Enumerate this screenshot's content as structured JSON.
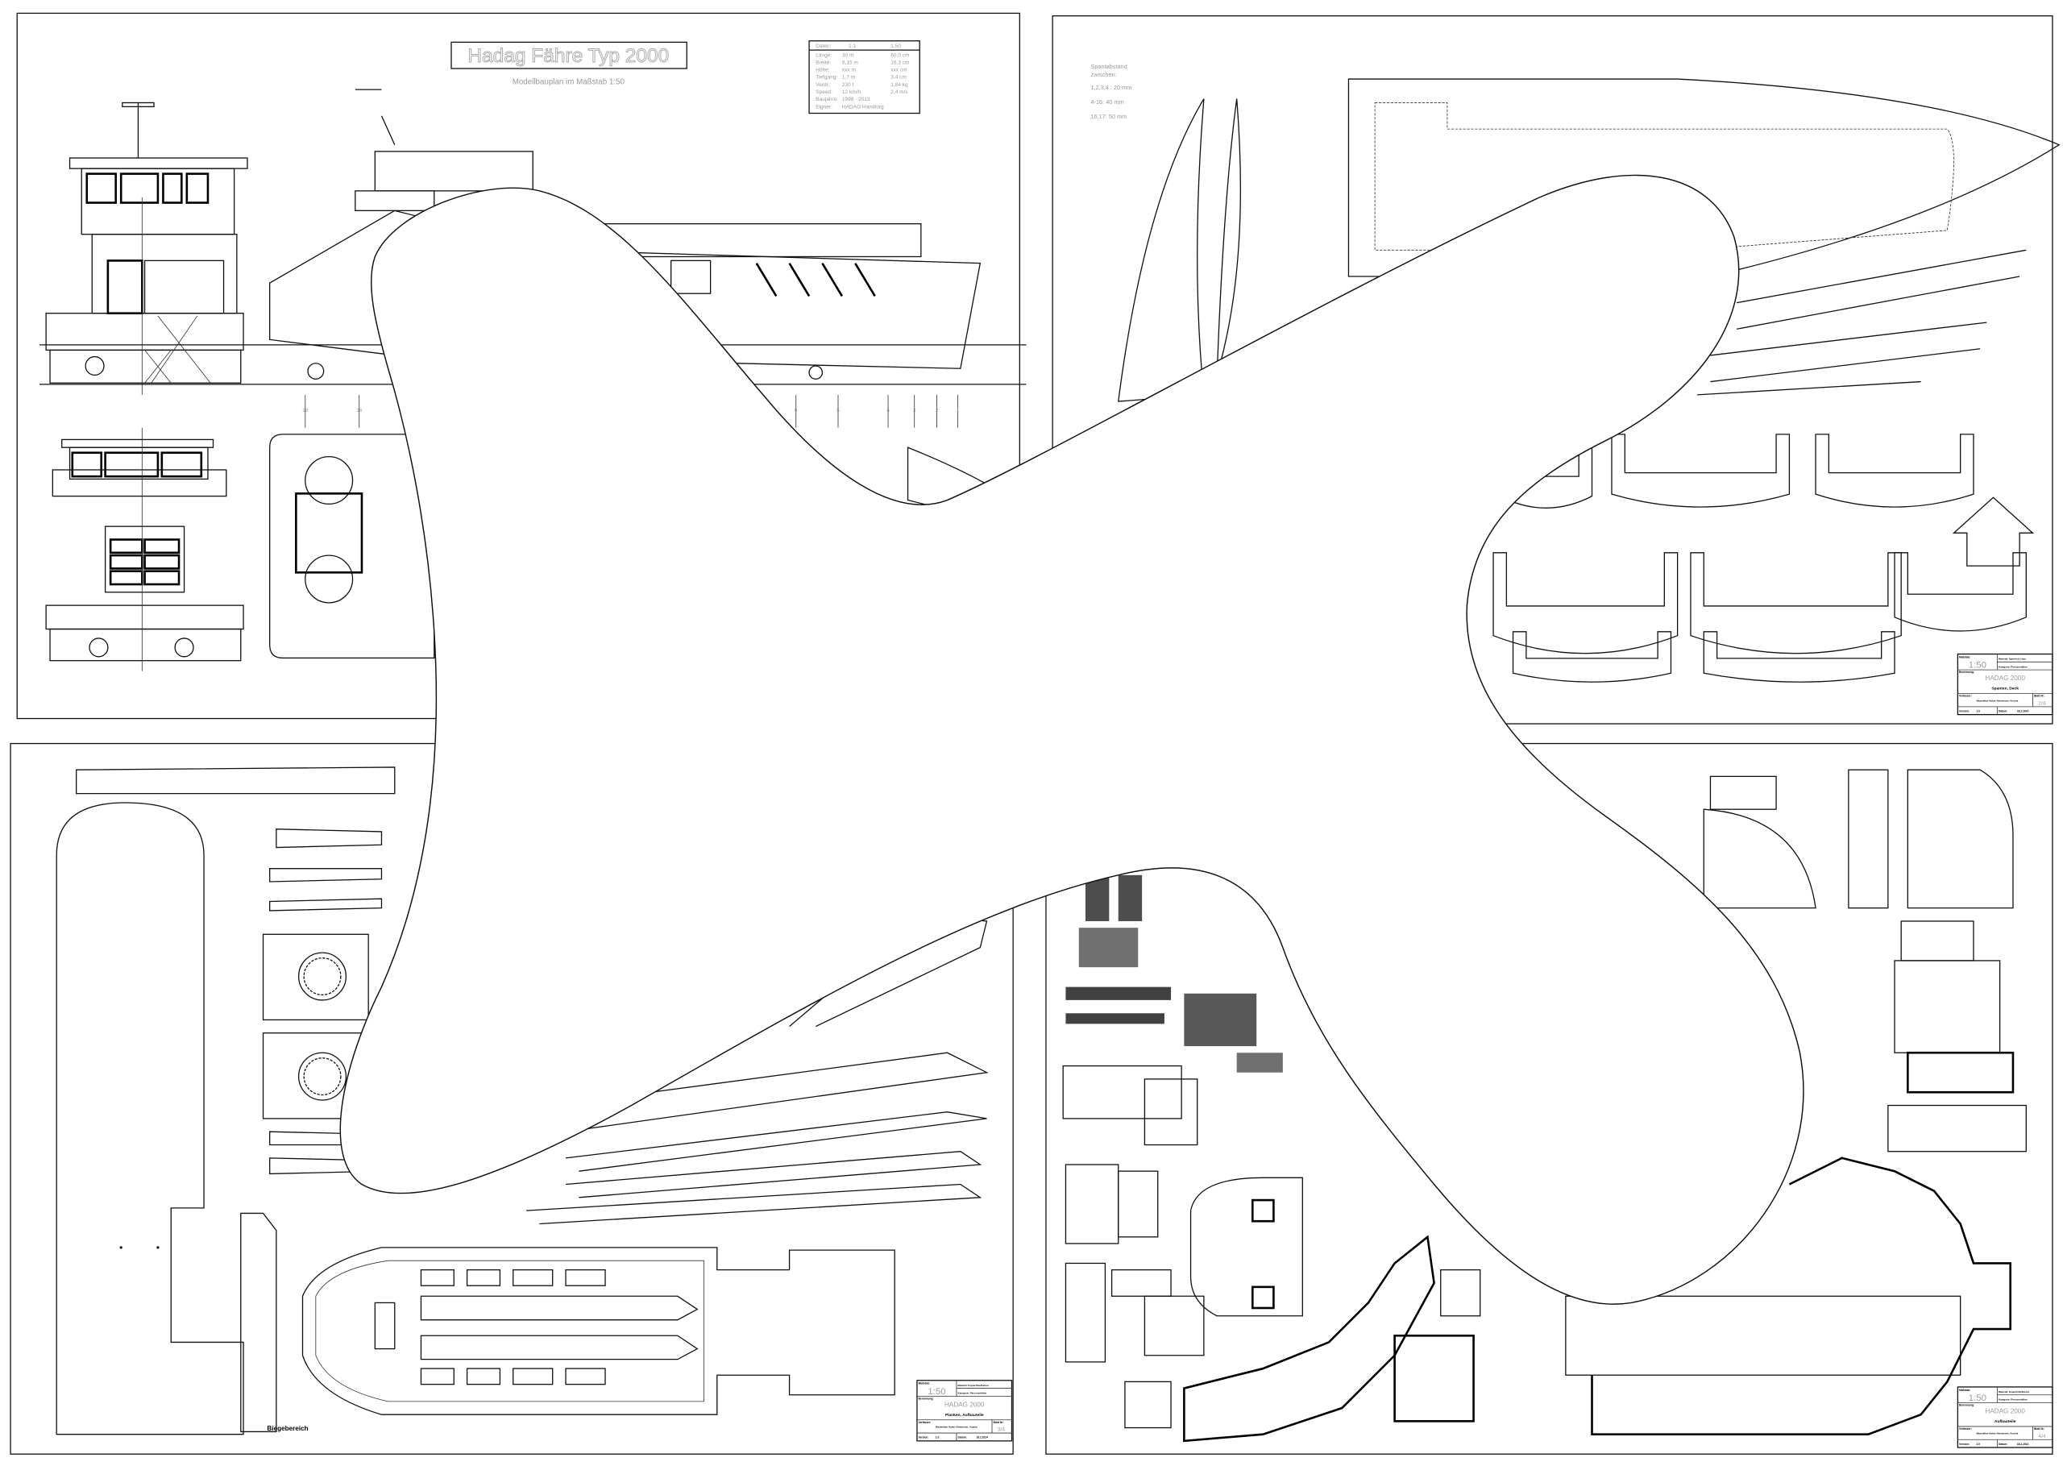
{
  "sheet1": {
    "title": "Hadag Fähre Typ 2000",
    "subtitle": "Modellbauplan im Maßstab 1:50",
    "spec_table": {
      "header": [
        "Daten:",
        "1:1",
        "1:50"
      ],
      "rows": [
        [
          "Länge:",
          "30 m",
          "60,0 cm"
        ],
        [
          "Breite:",
          "8,15 m",
          "16,3 cm"
        ],
        [
          "Höhe:",
          "xxx m",
          "xxx cm"
        ],
        [
          "Tiefgang:",
          "1,7 m",
          "3,4 cm"
        ],
        [
          "Verdr.:",
          "230 t",
          "1,84 kg"
        ],
        [
          "Speed:",
          "12 km/h",
          "2,4 m/s"
        ],
        [
          "Baujahre:",
          "1998 - 2013",
          ""
        ],
        [
          "Eigner:",
          "HADAG Hamburg",
          ""
        ]
      ]
    },
    "stations": [
      "18",
      "16",
      "6",
      "5",
      "4",
      "3",
      "2",
      "1"
    ]
  },
  "sheet2": {
    "spacing_note": [
      "Spantabstand",
      "zwischen:",
      "1,2,3,4 : 20 mm",
      "4-16: 40 mm",
      "16,17: 50 mm"
    ],
    "title_block": {
      "scale_label": "Maßstab:",
      "scale": "1:50",
      "material": "Material: Sperrholz 1mm",
      "category": "Kategorie: Personenfähre",
      "name_label": "Benennung:",
      "name": "HADAG 2000",
      "part": "Spanten, Deck",
      "author_label": "Verfasser:",
      "author": "Maximilian Huber Altmünster, Austria",
      "sheet_label": "Blatt Nr:",
      "sheet": "2/4",
      "version_label": "Version:",
      "version": "1.0",
      "date_label": "Datum:",
      "date": "18.2.2014"
    }
  },
  "sheet3": {
    "bend_label": "Biegebereich",
    "title_block": {
      "scale_label": "Maßstab:",
      "scale": "1:50",
      "material": "Material: Kopierfolie/Karton",
      "category": "Kategorie: Personenfähre",
      "name_label": "Benennung:",
      "name": "HADAG 2000",
      "part": "Planken, Aufbauteile",
      "author_label": "Verfasser:",
      "author": "Maximilian Huber Altmünster, Austria",
      "sheet_label": "Blatt Nr:",
      "sheet": "3/4",
      "version_label": "Version:",
      "version": "1.0",
      "date_label": "Datum:",
      "date": "18.2.2014"
    }
  },
  "sheet4": {
    "title_block": {
      "scale_label": "Maßstab:",
      "scale": "1:50",
      "material": "Material: Kopierfolie/Karton",
      "category": "Kategorie: Personenfähre",
      "name_label": "Benennung:",
      "name": "HADAG 2000",
      "part": "Aufbauteile",
      "author_label": "Verfasser:",
      "author": "Maximilian Huber Altmünster, Austria",
      "sheet_label": "Blatt Nr:",
      "sheet": "4/4",
      "version_label": "Version:",
      "version": "1.0",
      "date_label": "Datum:",
      "date": "18.2.2014"
    }
  }
}
